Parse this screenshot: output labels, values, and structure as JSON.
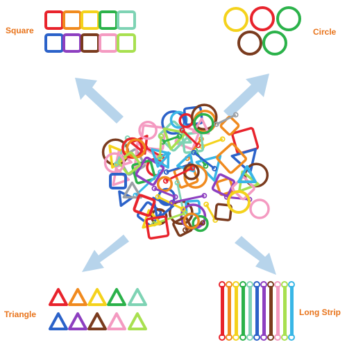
{
  "labels": {
    "square": "Square",
    "circle": "Circle",
    "triangle": "Triangle",
    "long_strip": "Long Strip"
  },
  "colors": {
    "label": "#e8731a",
    "arrow": "#aacde8",
    "piece_palette": [
      "#e8232c",
      "#f08a1e",
      "#f4d21c",
      "#2bb24a",
      "#7ed3b4",
      "#2b62c9",
      "#8d3fc0",
      "#7a3b1e",
      "#f49ac1",
      "#a8e050",
      "#39b6e6",
      "#9aa0a6"
    ]
  },
  "groups": {
    "square": {
      "colors": [
        "#e8232c",
        "#f08a1e",
        "#f4d21c",
        "#2bb24a",
        "#7ed3b4",
        "#2b62c9",
        "#8d3fc0",
        "#7a3b1e",
        "#f49ac1",
        "#a8e050"
      ]
    },
    "circle": {
      "colors": [
        "#f4d21c",
        "#e8232c",
        "#2bb24a",
        "#7a3b1e",
        "#2bb24a"
      ]
    },
    "triangle": {
      "colors": [
        "#e8232c",
        "#f08a1e",
        "#f4d21c",
        "#2bb24a",
        "#7ed3b4",
        "#2b62c9",
        "#8d3fc0",
        "#7a3b1e",
        "#f49ac1",
        "#a8e050"
      ]
    },
    "long_strip": {
      "colors": [
        "#e8232c",
        "#f08a1e",
        "#f4d21c",
        "#2bb24a",
        "#7ed3b4",
        "#2b62c9",
        "#8d3fc0",
        "#7a3b1e",
        "#f49ac1",
        "#a8e050",
        "#39b6e6"
      ]
    }
  }
}
